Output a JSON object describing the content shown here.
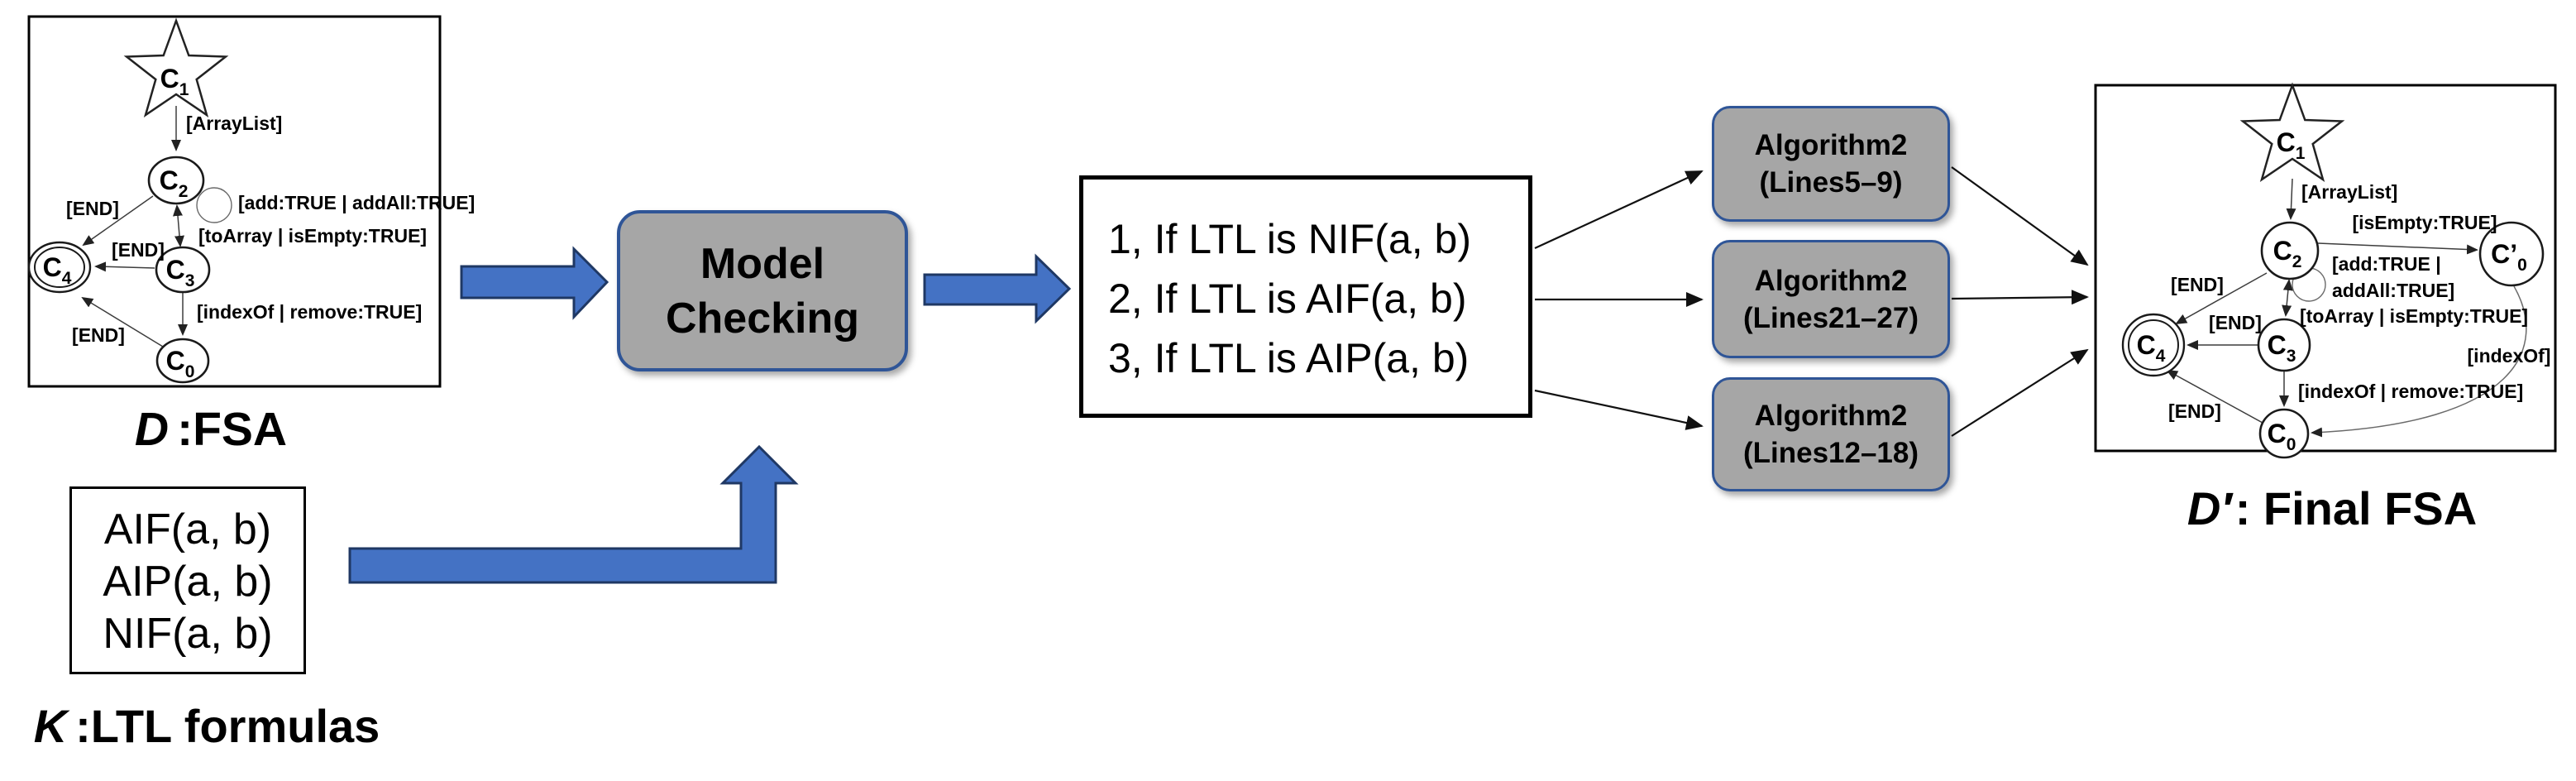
{
  "fsa_d": {
    "caption": {
      "prefix": "D",
      "suffix": ":FSA"
    },
    "states": {
      "c1": {
        "main": "C",
        "sub": "1"
      },
      "c2": {
        "main": "C",
        "sub": "2"
      },
      "c3": {
        "main": "C",
        "sub": "3"
      },
      "c4": {
        "main": "C",
        "sub": "4"
      },
      "c0": {
        "main": "C",
        "sub": "0"
      }
    },
    "edge_labels": {
      "arraylist": "[ArrayList]",
      "self_loop": "[add:TRUE | addAll:TRUE]",
      "to_array": "[toArray | isEmpty:TRUE]",
      "index_of": "[indexOf | remove:TRUE]",
      "end_c2": "[END]",
      "end_c3": "[END]",
      "end_c0": "[END]"
    }
  },
  "ltl_box": {
    "lines": [
      "AIF(a, b)",
      "AIP(a, b)",
      "NIF(a, b)"
    ],
    "caption": {
      "prefix": "K",
      "suffix": ":LTL formulas"
    }
  },
  "model_checking": {
    "line1": "Model",
    "line2": "Checking"
  },
  "conditions": {
    "lines": [
      "1, If LTL is NIF(a, b)",
      "2, If LTL is AIF(a, b)",
      "3, If LTL is AIP(a, b)"
    ]
  },
  "algorithms": [
    {
      "line1": "Algorithm2",
      "line2": "(Lines5–9)"
    },
    {
      "line1": "Algorithm2",
      "line2": "(Lines21–27)"
    },
    {
      "line1": "Algorithm2",
      "line2": "(Lines12–18)"
    }
  ],
  "fsa_dprime": {
    "caption": {
      "prefix": "D′",
      "suffix": ": Final FSA"
    },
    "states": {
      "c1": {
        "main": "C",
        "sub": "1"
      },
      "c2": {
        "main": "C",
        "sub": "2"
      },
      "c3": {
        "main": "C",
        "sub": "3"
      },
      "c4": {
        "main": "C",
        "sub": "4"
      },
      "c0": {
        "main": "C",
        "sub": "0"
      },
      "c0p": {
        "main": "C’",
        "sub": "0"
      }
    },
    "edge_labels": {
      "arraylist": "[ArrayList]",
      "is_empty": "[isEmpty:TRUE]",
      "self_loop_1": "[add:TRUE |",
      "self_loop_2": "addAll:TRUE]",
      "to_array": "[toArray | isEmpty:TRUE]",
      "index_of": "[indexOf | remove:TRUE]",
      "index_of_curve": "[indexOf]",
      "end_c2": "[END]",
      "end_c3": "[END]",
      "end_c0": "[END]"
    }
  },
  "colors": {
    "block_arrow_fill": "#4472C4",
    "block_arrow_stroke": "#1F3864",
    "process_box_fill": "#A6A6A6",
    "process_box_stroke": "#2F5597"
  }
}
